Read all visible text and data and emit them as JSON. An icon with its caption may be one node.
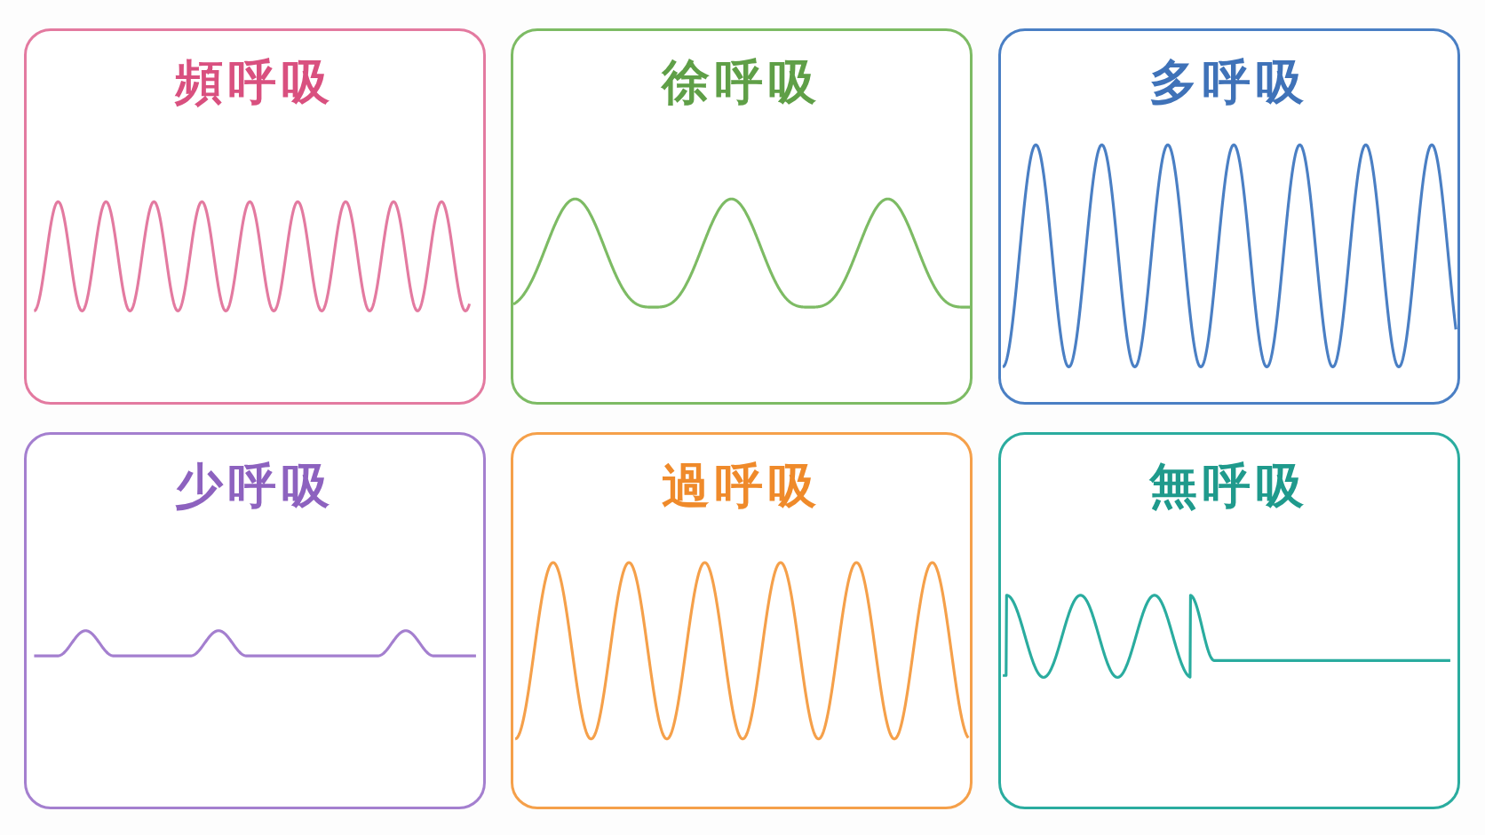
{
  "diagram": {
    "nodes": [
      {
        "text": [
          "頻呼吸"
        ]
      },
      {
        "text": [
          "徐呼吸"
        ]
      },
      {
        "text": [
          "多呼吸"
        ]
      },
      {
        "text": [
          "少呼吸"
        ]
      },
      {
        "text": [
          "過呼吸"
        ]
      },
      {
        "text": [
          "無呼吸"
        ]
      }
    ]
  }
}
